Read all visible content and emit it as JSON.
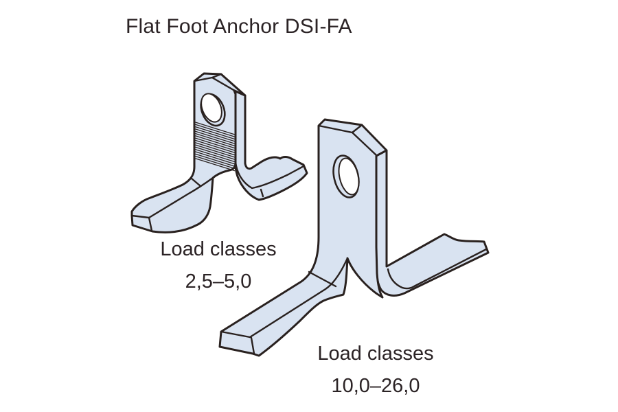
{
  "title": "Flat Foot Anchor DSI-FA",
  "figures": {
    "small_anchor": {
      "label_line1": "Load classes",
      "label_line2": "2,5–5,0"
    },
    "large_anchor": {
      "label_line1": "Load classes",
      "label_line2": "10,0–26,0"
    }
  },
  "colors": {
    "background": "#ffffff",
    "body_fill": "#d9e3f1",
    "outline": "#29211f",
    "text": "#2b2325"
  }
}
